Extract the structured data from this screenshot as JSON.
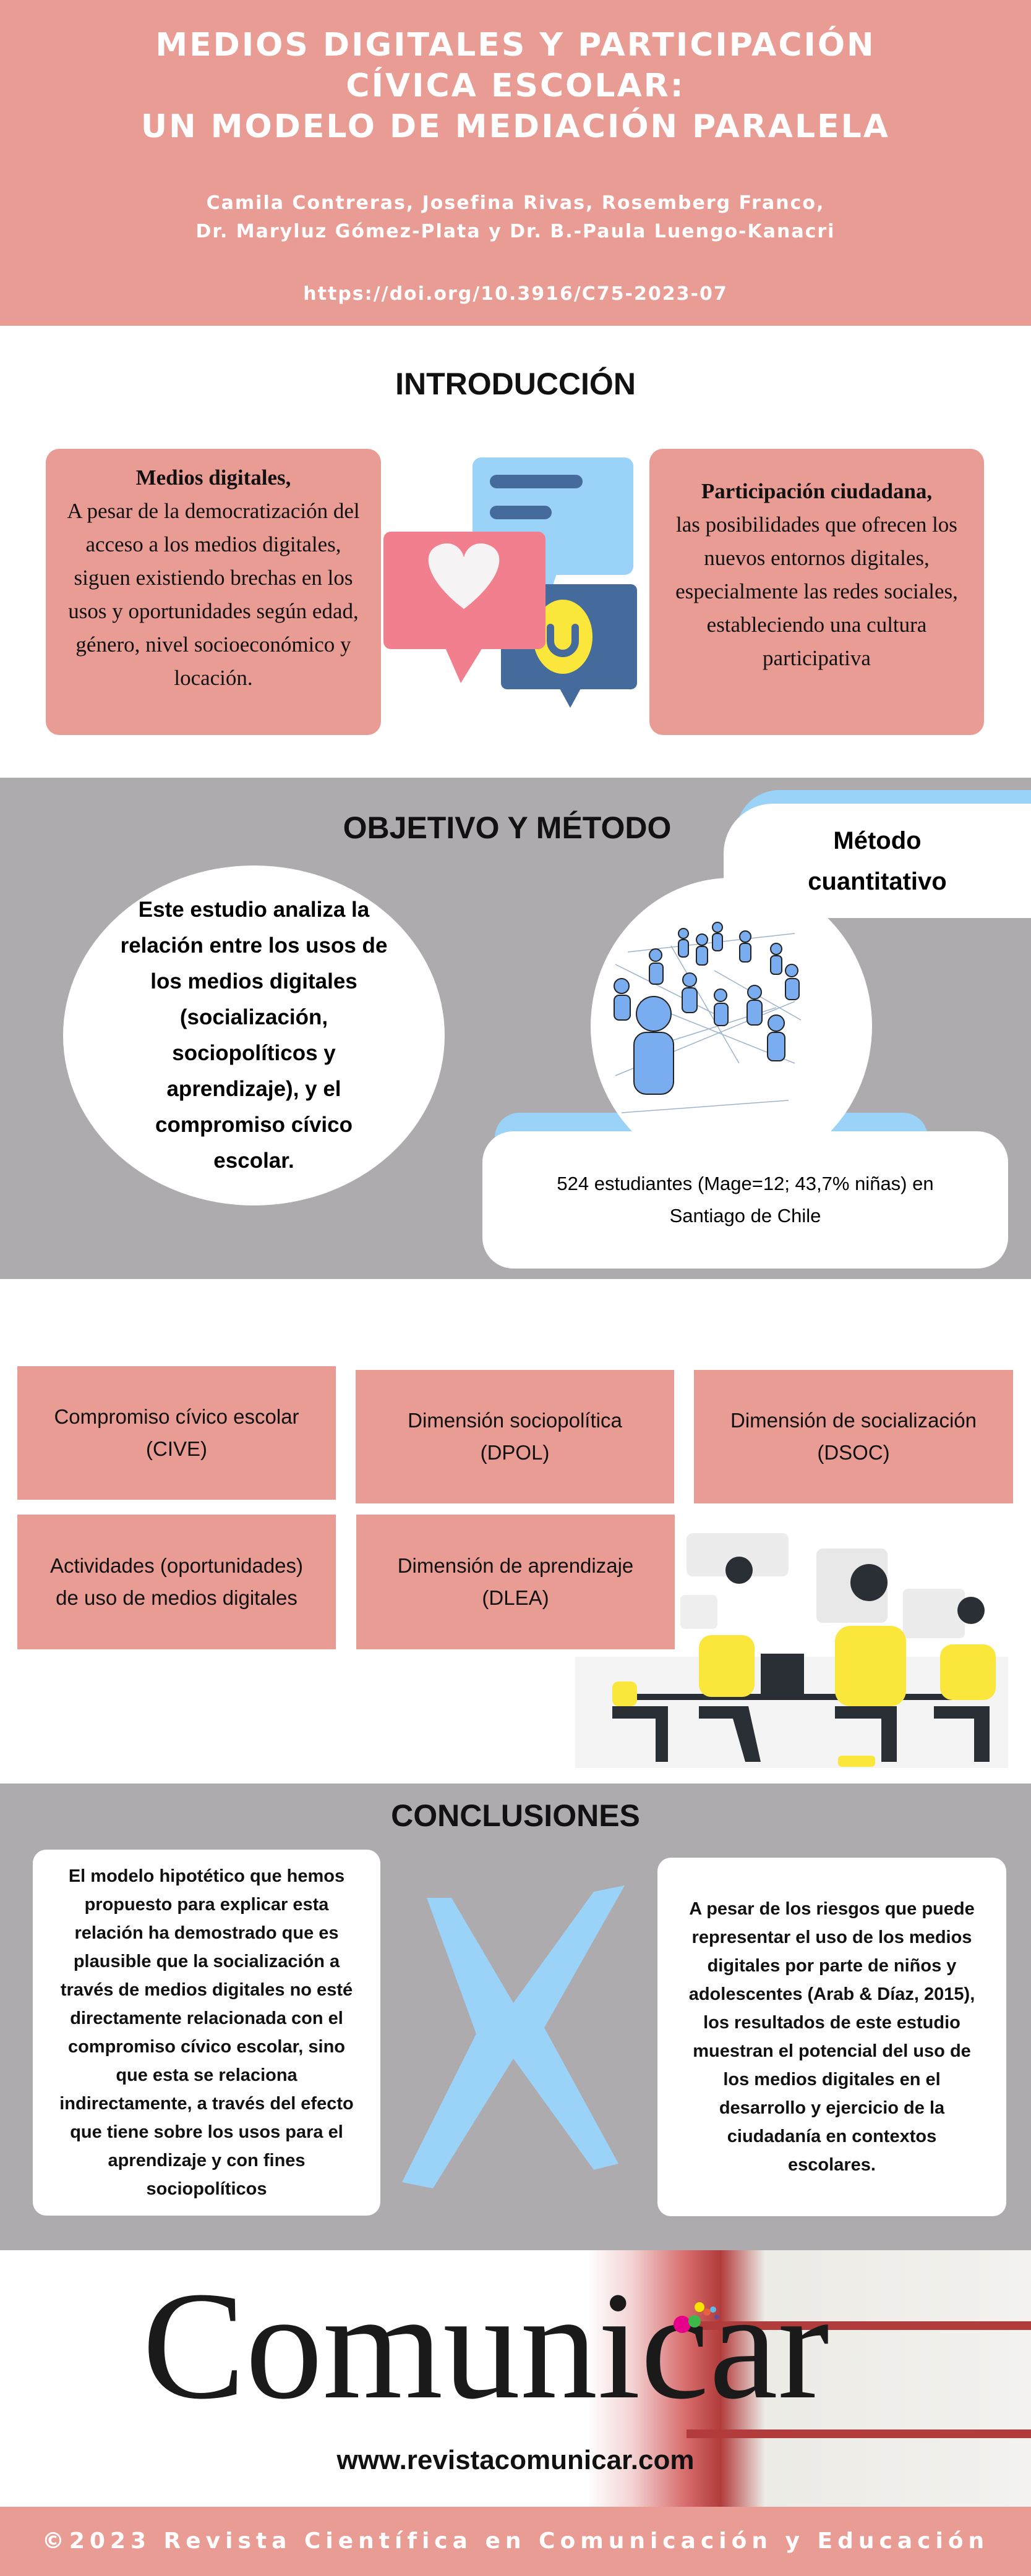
{
  "header": {
    "title_lines": [
      "MEDIOS DIGITALES Y PARTICIPACIÓN",
      "CÍVICA ESCOLAR:",
      "UN MODELO DE MEDIACIÓN PARALELA"
    ],
    "authors_lines": [
      "Camila Contreras, Josefina Rivas, Rosemberg Franco,",
      "Dr. Maryluz Gómez-Plata y Dr. B.-Paula Luengo-Kanacri"
    ],
    "doi": "https://doi.org/10.3916/C75-2023-07"
  },
  "introduccion": {
    "title": "INTRODUCCIÓN",
    "left": {
      "heading": "Medios digitales,",
      "body": "A pesar de la democratización del acceso a los medios digitales, siguen existiendo brechas en los usos y oportunidades según edad, género, nivel socioeconómico y locación."
    },
    "right": {
      "heading": "Participación ciudadana,",
      "body": "las posibilidades que ofrecen los nuevos entornos digitales, especialmente las redes sociales, estableciendo una cultura participativa"
    },
    "icon": "chat-bubbles-icon"
  },
  "objetivo": {
    "title": "OBJETIVO Y MÉTODO",
    "circle_text": "Este estudio analiza la relación entre los usos de los medios digitales (socialización, sociopolíticos y aprendizaje), y el compromiso cívico escolar.",
    "method_label_lines": [
      "Método",
      "cuantitativo"
    ],
    "sample_lines": [
      "524 estudiantes (Mage=12; 43,7% niñas) en",
      "Santiago de Chile"
    ],
    "icon": "network-people-icon"
  },
  "dimensiones": {
    "boxes": [
      {
        "line1": "Compromiso cívico escolar",
        "line2": "(CIVE)"
      },
      {
        "line1": "Dimensión sociopolítica",
        "line2": "(DPOL)"
      },
      {
        "line1": "Dimensión de socialización",
        "line2": "(DSOC)"
      },
      {
        "line1": "Actividades (oportunidades)",
        "line2": "de uso de medios digitales"
      },
      {
        "line1": "Dimensión de aprendizaje",
        "line2": "(DLEA)"
      }
    ],
    "illustration": "team-meeting-illustration"
  },
  "conclusiones": {
    "title": "CONCLUSIONES",
    "left": "El modelo hipotético que hemos propuesto para explicar esta relación ha demostrado que es plausible que la socialización a través de medios digitales no esté directamente relacionada con el compromiso cívico escolar, sino que esta se relaciona indirectamente, a través del efecto que tiene sobre los usos para el aprendizaje y con fines sociopolíticos",
    "right": "A pesar de los riesgos que puede representar el uso de los medios digitales por parte de niños y adolescentes (Arab & Díaz, 2015), los resultados de este estudio muestran el potencial del uso de los medios digitales en el desarrollo y ejercicio de la ciudadanía en contextos escolares."
  },
  "logo": {
    "name_pre": "Comun",
    "name_i": "i",
    "name_post": "car",
    "url": "www.revistacomunicar.com"
  },
  "footer": {
    "text": "©2023 Revista Científica en Comunicación y Educación"
  },
  "colors": {
    "pink": "#e99c94",
    "gray": "#adabae",
    "light_blue": "#9ad3f7",
    "navy": "#456a9c",
    "heart_pink": "#f27f8d",
    "yellow": "#fbe63b"
  }
}
